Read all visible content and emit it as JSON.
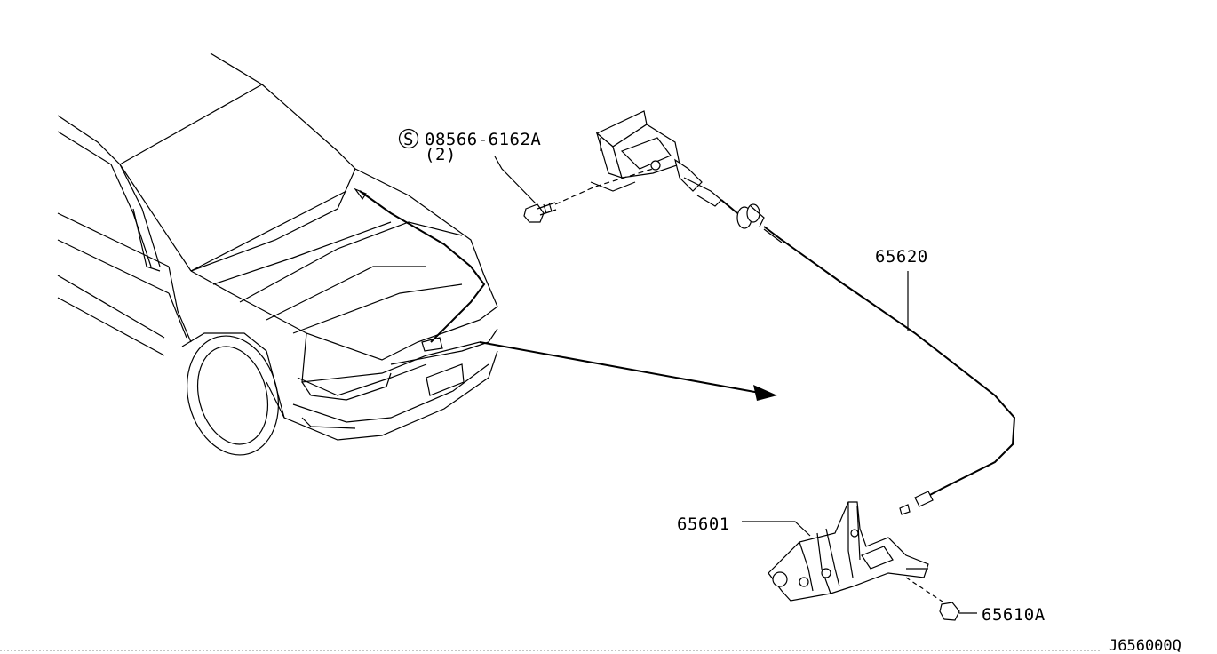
{
  "parts": {
    "screw": {
      "symbol": "S",
      "number": "08566-6162A",
      "quantity": "(2)"
    },
    "cable": {
      "number": "65620"
    },
    "lock": {
      "number": "65601"
    },
    "clip": {
      "number": "65610A"
    }
  },
  "diagram_code": "J656000Q"
}
